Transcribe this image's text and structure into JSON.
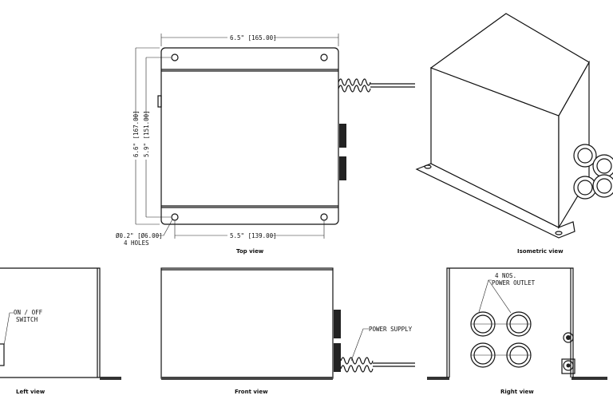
{
  "top_view": {
    "caption": "Top view",
    "width_dim": "6.5\" [165.00]",
    "height_dim": "6.6\" [167.00]",
    "hole_spacing_vertical": "5.9\" [151.00]",
    "hole_spacing_horizontal": "5.5\" [139.00]",
    "hole_size": "Ø0.2\" [Ø6.00]",
    "hole_count": "4 HOLES"
  },
  "isometric_view": {
    "caption": "Isometric view"
  },
  "left_view": {
    "caption": "Left view",
    "switch_label_1": "ON / OFF",
    "switch_label_2": "SWITCH"
  },
  "front_view": {
    "caption": "Front view",
    "power_supply_label": "POWER SUPPLY"
  },
  "right_view": {
    "caption": "Right view",
    "outlet_count": "4 NOS.",
    "outlet_label": "POWER OUTLET"
  }
}
